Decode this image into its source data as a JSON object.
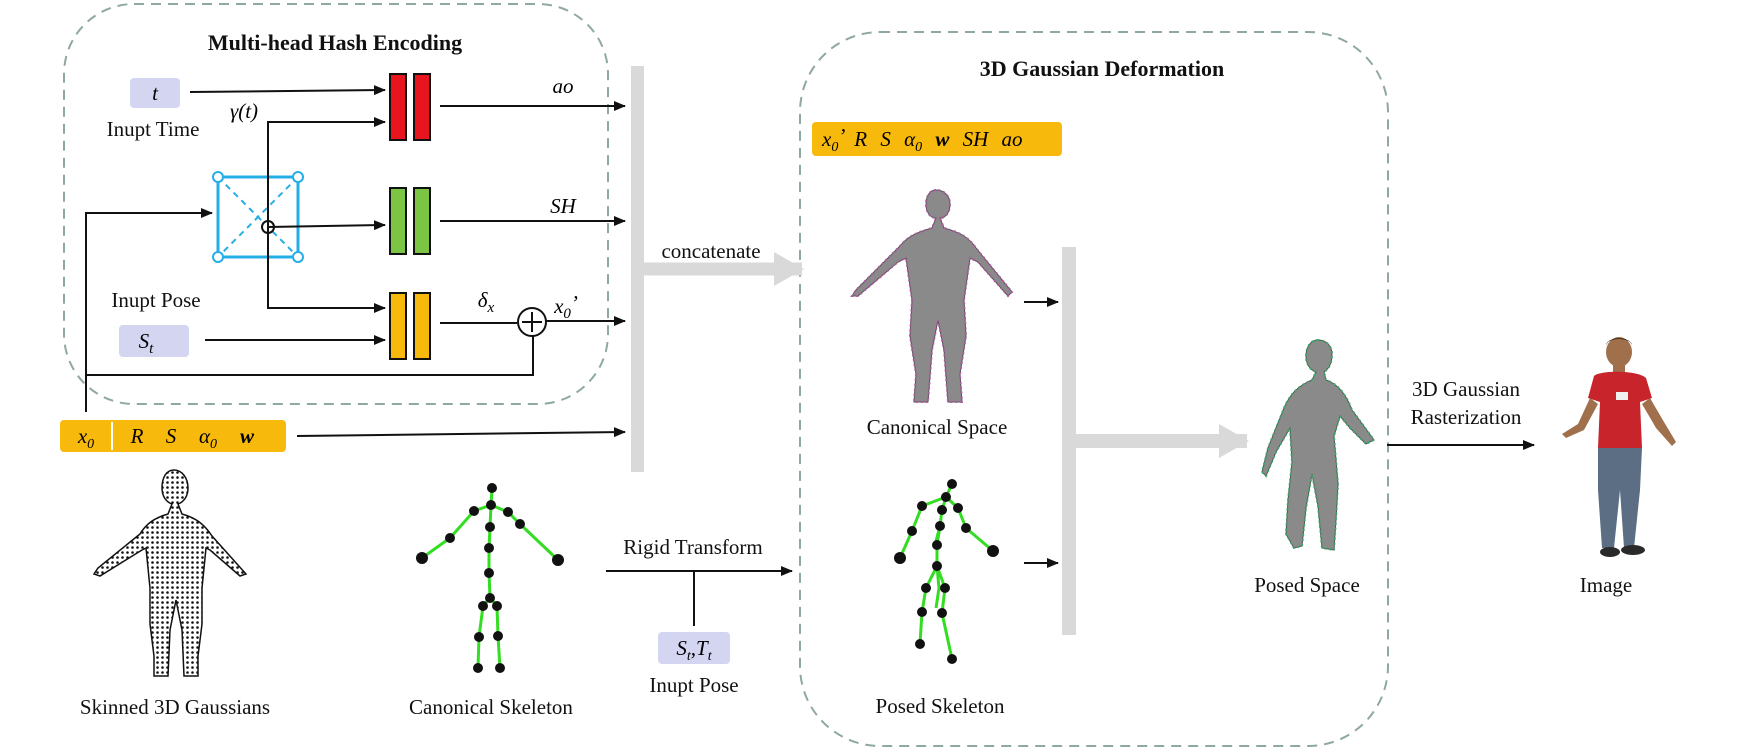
{
  "hash_encoding": {
    "title": "Multi-head Hash Encoding",
    "time_symbol": "t",
    "time_label": "Inupt Time",
    "gamma_label": "γ(t)",
    "pose_label": "Inupt Pose",
    "pose_symbol": "S",
    "pose_subscript": "t",
    "output_ao": "ao",
    "output_sh": "SH",
    "output_delta": "δ",
    "output_delta_sub": "x",
    "output_x0prime": "x",
    "output_x0prime_sub": "0",
    "output_x0prime_prime": "’"
  },
  "gaussian_attrs": {
    "x": "x",
    "x_sub": "0",
    "R": "R",
    "S": "S",
    "alpha": "α",
    "alpha_sub": "0",
    "w": "w"
  },
  "deformed_attrs": {
    "x": "x",
    "x_sub": "0",
    "x_prime": "’",
    "R": "R",
    "S": "S",
    "alpha": "α",
    "alpha_sub": "0",
    "w": "w",
    "SH": "SH",
    "ao": "ao"
  },
  "labels": {
    "concatenate": "concatenate",
    "deformation_title": "3D Gaussian Deformation",
    "canonical_space": "Canonical Space",
    "posed_skeleton": "Posed Skeleton",
    "posed_space": "Posed Space",
    "rasterization_line1": "3D Gaussian",
    "rasterization_line2": "Rasterization",
    "image": "Image",
    "skinned_gaussians": "Skinned 3D Gaussians",
    "canonical_skeleton": "Canonical Skeleton",
    "rigid_transform": "Rigid Transform",
    "rigid_pose_S": "S",
    "rigid_pose_S_sub": "t",
    "rigid_pose_T": "T",
    "rigid_pose_T_sub": "t",
    "rigid_pose_label": "Inupt Pose"
  },
  "colors": {
    "dash_border": "#8fa8a0",
    "chip_lavender": "#d4d5f0",
    "attr_bar": "#f7b90b",
    "mlp_red": "#e8141e",
    "mlp_green": "#7cc444",
    "mlp_orange": "#f7b90b",
    "hash_cube": "#25aee6",
    "gray_bar": "#d9d9d9",
    "skeleton_bone": "#33dd22",
    "joint": "#111111"
  }
}
